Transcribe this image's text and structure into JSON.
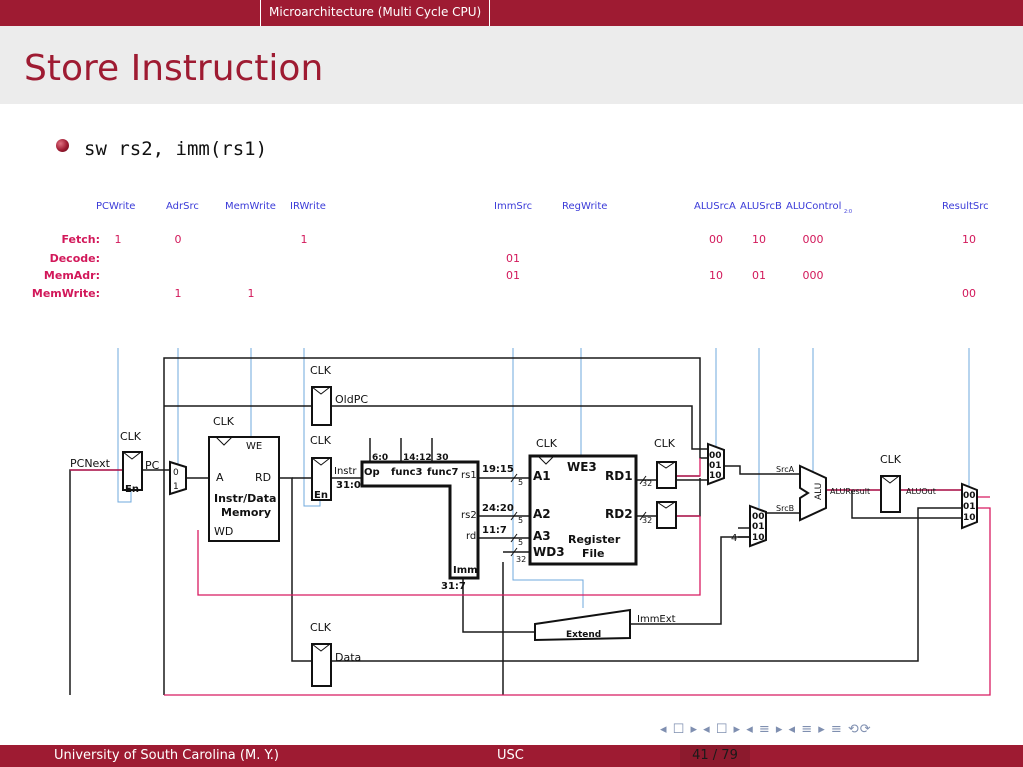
{
  "header": {
    "section": "Microarchitecture (Multi Cycle CPU)"
  },
  "title": "Store Instruction",
  "bullet": "sw rs2, imm(rs1)",
  "control_table": {
    "headers": [
      "PCWrite",
      "AdrSrc",
      "MemWrite",
      "IRWrite",
      "ImmSrc",
      "RegWrite",
      "ALUSrcA",
      "ALUSrcB",
      "ALUControl",
      "2:0",
      "ResultSrc"
    ],
    "states": [
      "Fetch:",
      "Decode:",
      "MemAdr:",
      "MemWrite:"
    ],
    "fetch": {
      "pcwrite": "1",
      "adrsrc": "0",
      "irwrite": "1",
      "alusrca": "00",
      "alusrcb": "10",
      "alucontrol": "000",
      "resultsrc": "10"
    },
    "decode": {
      "immsrc": "01"
    },
    "memadr": {
      "immsrc": "01",
      "alusrca": "10",
      "alusrcb": "01",
      "alucontrol": "000"
    },
    "memwrite": {
      "adrsrc": "1",
      "memwrite": "1",
      "resultsrc": "00"
    }
  },
  "diagram": {
    "clk": "CLK",
    "pcnext": "PCNext",
    "pc": "PC",
    "en": "En",
    "mux0": "0",
    "mux1": "1",
    "we": "WE",
    "mem_a": "A",
    "mem_rd": "RD",
    "mem_title1": "Instr/Data",
    "mem_title2": "Memory",
    "mem_wd": "WD",
    "oldpc": "OldPC",
    "instr": "Instr",
    "f_6_0": "6:0",
    "f_14_12": "14:12",
    "f_30": "30",
    "op": "Op",
    "func3": "func3",
    "func7": "func7",
    "rs1": "rs1",
    "rs2": "rs2",
    "rd": "rd",
    "imm": "Imm",
    "b_31_0": "31:0",
    "b_19_15": "19:15",
    "b_24_20": "24:20",
    "b_11_7": "11:7",
    "b_31_7": "31:7",
    "bw5": "5",
    "bw32": "32",
    "rf_we3": "WE3",
    "rf_a1": "A1",
    "rf_a2": "A2",
    "rf_a3": "A3",
    "rf_wd3": "WD3",
    "rf_rd1": "RD1",
    "rf_rd2": "RD2",
    "rf_title1": "Register",
    "rf_title2": "File",
    "extend": "Extend",
    "immext": "ImmExt",
    "sel00": "00",
    "sel01": "01",
    "sel10": "10",
    "four": "4",
    "srca": "SrcA",
    "srcb": "SrcB",
    "alu": "ALU",
    "aluresult": "ALUResult",
    "aluout": "ALUOut",
    "data": "Data"
  },
  "nav": "◂ ☐ ▸ ◂ ☐ ▸ ◂ ≡ ▸ ◂ ≡ ▸    ≡    ⟲⟳",
  "footer": {
    "left": "University of South Carolina  (M. Y.)",
    "center": "USC",
    "page": "41 / 79"
  },
  "colors": {
    "accent": "#9e1b32",
    "control_blue": "#3a3ad8",
    "control_red": "#d2185a",
    "signal_line": "#6fa8dc",
    "write_path": "#d81b60"
  }
}
